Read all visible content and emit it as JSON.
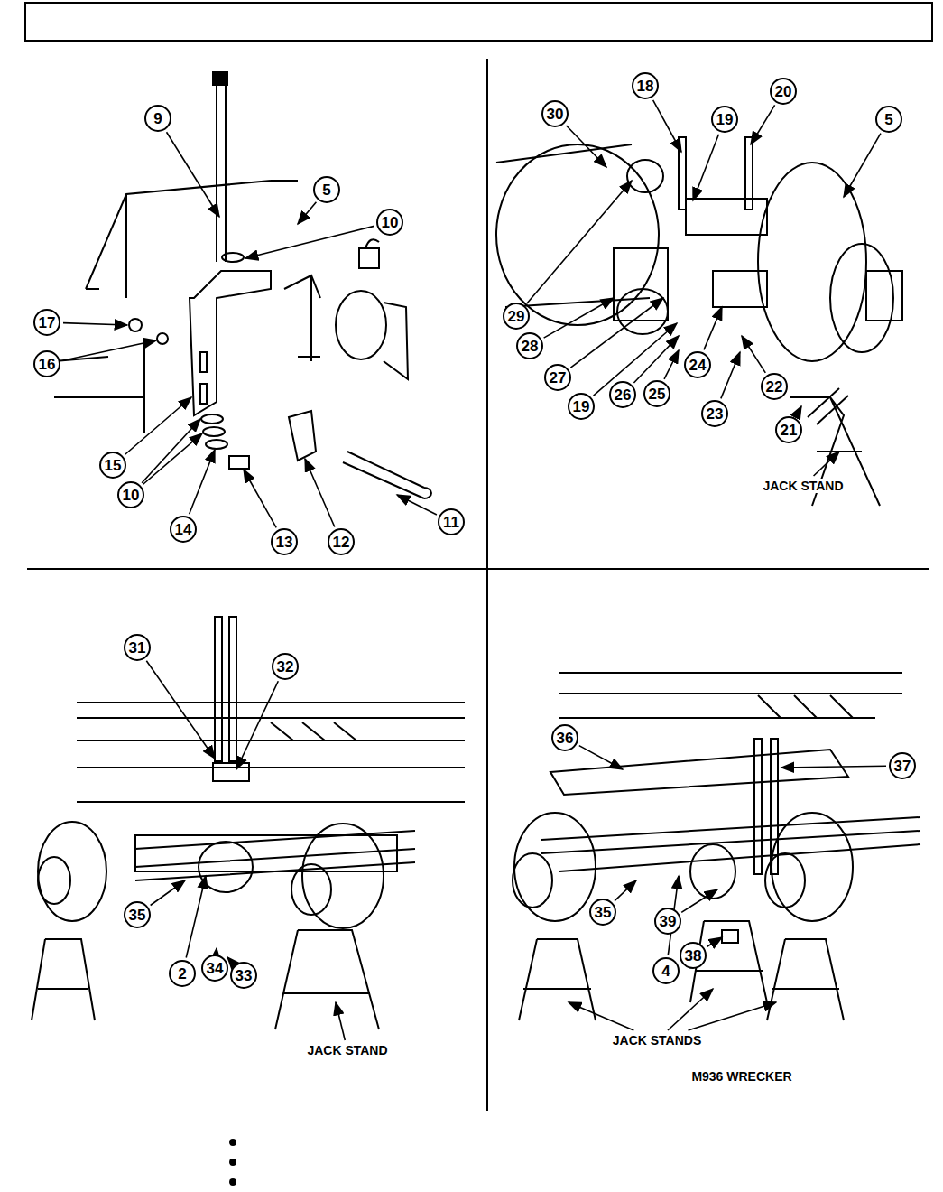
{
  "diagram": {
    "labels": [
      "9",
      "5",
      "10",
      "17",
      "16",
      "15",
      "10",
      "14",
      "13",
      "12",
      "11",
      "18",
      "20",
      "30",
      "19",
      "5",
      "29",
      "28",
      "27",
      "19",
      "26",
      "25",
      "24",
      "23",
      "22",
      "21",
      "JACK STAND",
      "31",
      "32",
      "35",
      "2",
      "34",
      "33",
      "JACK STAND",
      "36",
      "37",
      "35",
      "4",
      "39",
      "38",
      "JACK STANDS",
      "M936 WRECKER"
    ]
  }
}
